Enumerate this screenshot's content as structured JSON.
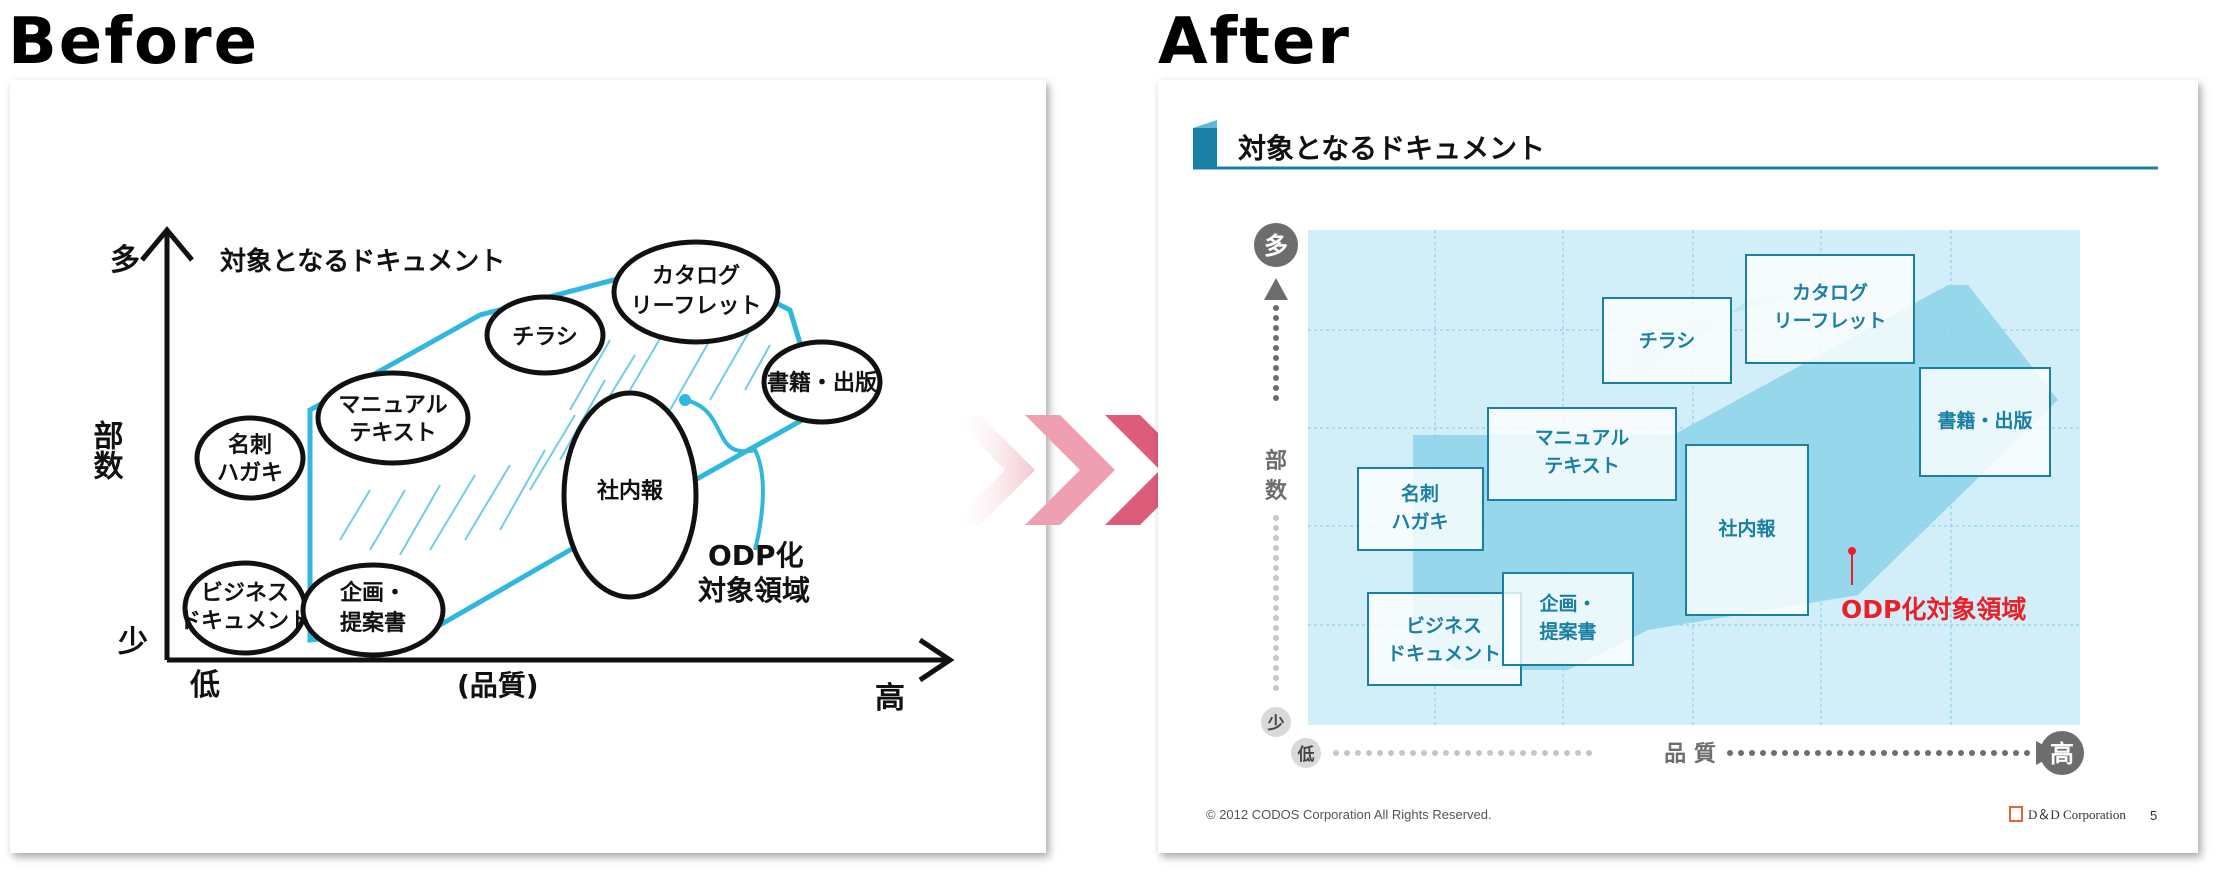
{
  "headings": {
    "before": "Before",
    "after": "After"
  },
  "before": {
    "title": "対象となるドキュメント",
    "y_axis": {
      "high": "多",
      "low": "少",
      "label": "部数"
    },
    "x_axis": {
      "low": "低",
      "high": "高",
      "label": "(品質)"
    },
    "items": {
      "meishi": [
        "名刺",
        "ハガキ"
      ],
      "manual": [
        "マニュアル",
        "テキスト"
      ],
      "chirashi": [
        "チラシ"
      ],
      "catalog": [
        "カタログ",
        "リーフレット"
      ],
      "shoseki": [
        "書籍・出版"
      ],
      "shanaiho": [
        "社内報"
      ],
      "business": [
        "ビジネス",
        "ドキュメント"
      ],
      "kikaku": [
        "企画・",
        "提案書"
      ]
    },
    "odp_label": [
      "ODP化",
      "対象領域"
    ]
  },
  "after": {
    "title": "対象となるドキュメント",
    "y_axis": {
      "high": "多",
      "low": "少",
      "label": [
        "部",
        "数"
      ]
    },
    "x_axis": {
      "low": "低",
      "high": "高",
      "label": "品 質"
    },
    "items": {
      "meishi": [
        "名刺",
        "ハガキ"
      ],
      "manual": [
        "マニュアル",
        "テキスト"
      ],
      "chirashi": [
        "チラシ"
      ],
      "catalog": [
        "カタログ",
        "リーフレット"
      ],
      "shoseki": [
        "書籍・出版"
      ],
      "shanaiho": [
        "社内報"
      ],
      "business": [
        "ビジネス",
        "ドキュメント"
      ],
      "kikaku": [
        "企画・",
        "提案書"
      ]
    },
    "odp_label": "ODP化対象領域",
    "footer": {
      "copyright": "© 2012 CODOS Corporation All Rights Reserved.",
      "company": "D＆D Corporation",
      "page_number": "5"
    }
  },
  "colors": {
    "accent_blue": "#1a7fa3",
    "region_fill": "#8fd4ea",
    "chart_bg": "#d2eef8",
    "odp_red": "#e8202a",
    "arrow_red": "#c8143c"
  }
}
